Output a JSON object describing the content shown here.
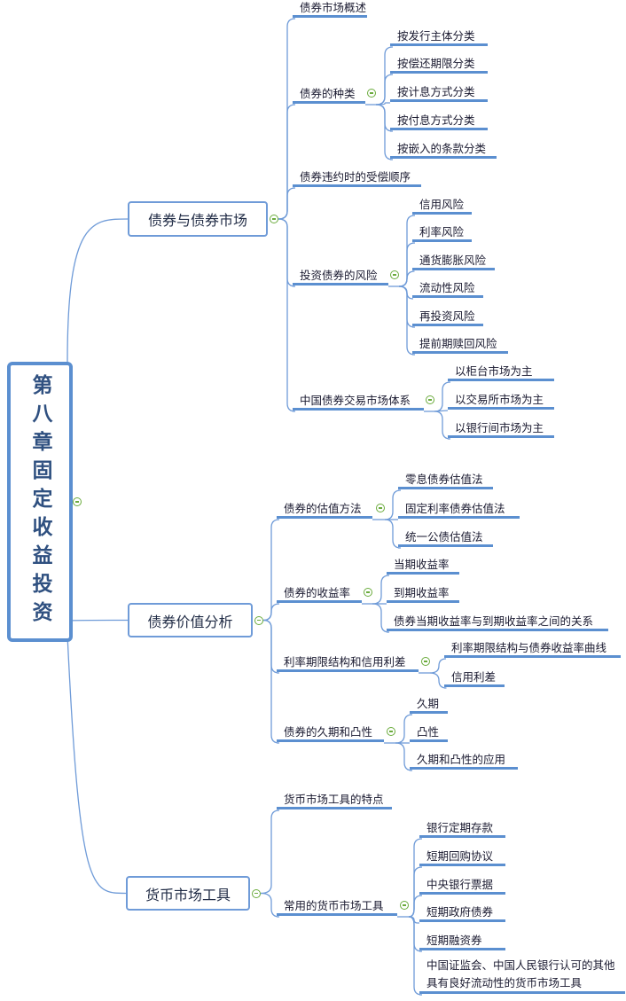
{
  "root": {
    "label": "第八章固定收益投资"
  },
  "branches": [
    {
      "label": "债券与债券市场",
      "children": [
        {
          "label": "债券市场概述"
        },
        {
          "label": "债券的种类",
          "children": [
            {
              "label": "按发行主体分类"
            },
            {
              "label": "按偿还期限分类"
            },
            {
              "label": "按计息方式分类"
            },
            {
              "label": "按付息方式分类"
            },
            {
              "label": "按嵌入的条款分类"
            }
          ]
        },
        {
          "label": "债券违约时的受偿顺序"
        },
        {
          "label": "投资债券的风险",
          "children": [
            {
              "label": "信用风险"
            },
            {
              "label": "利率风险"
            },
            {
              "label": "通货膨胀风险"
            },
            {
              "label": "流动性风险"
            },
            {
              "label": "再投资风险"
            },
            {
              "label": "提前期赎回风险"
            }
          ]
        },
        {
          "label": "中国债券交易市场体系",
          "children": [
            {
              "label": "以柜台市场为主"
            },
            {
              "label": "以交易所市场为主"
            },
            {
              "label": "以银行间市场为主"
            }
          ]
        }
      ]
    },
    {
      "label": "债券价值分析",
      "children": [
        {
          "label": "债券的估值方法",
          "children": [
            {
              "label": "零息债券估值法"
            },
            {
              "label": "固定利率债券估值法"
            },
            {
              "label": "统一公债估值法"
            }
          ]
        },
        {
          "label": "债券的收益率",
          "children": [
            {
              "label": "当期收益率"
            },
            {
              "label": "到期收益率"
            },
            {
              "label": "债券当期收益率与到期收益率之间的关系"
            }
          ]
        },
        {
          "label": "利率期限结构和信用利差",
          "children": [
            {
              "label": "利率期限结构与债券收益率曲线"
            },
            {
              "label": "信用利差"
            }
          ]
        },
        {
          "label": "债券的久期和凸性",
          "children": [
            {
              "label": "久期"
            },
            {
              "label": "凸性"
            },
            {
              "label": "久期和凸性的应用"
            }
          ]
        }
      ]
    },
    {
      "label": "货币市场工具",
      "children": [
        {
          "label": "货币市场工具的特点"
        },
        {
          "label": "常用的货币市场工具",
          "children": [
            {
              "label": "银行定期存款"
            },
            {
              "label": "短期回购协议"
            },
            {
              "label": "中央银行票据"
            },
            {
              "label": "短期政府债券"
            },
            {
              "label": "短期融资券"
            },
            {
              "label": "中国证监会、中国人民银行认可的其他具有良好流动性的货币市场工具"
            }
          ]
        }
      ]
    }
  ],
  "colors": {
    "line": "#5b8fd0",
    "toggle": "#6aab3c",
    "root_text": "#2f5080"
  }
}
